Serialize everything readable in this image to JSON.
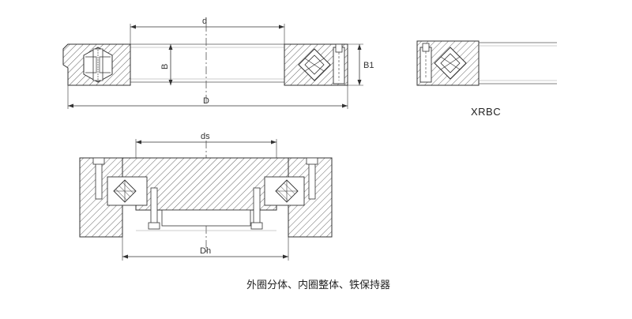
{
  "diagram": {
    "top_dimensions": {
      "d": "d",
      "D": "D",
      "B": "B",
      "B1": "B1"
    },
    "bottom_dimensions": {
      "ds": "ds",
      "Dh": "Dh"
    },
    "type_label": "XRBC",
    "caption": "外圈分体、内圈整体、铁保持器"
  }
}
